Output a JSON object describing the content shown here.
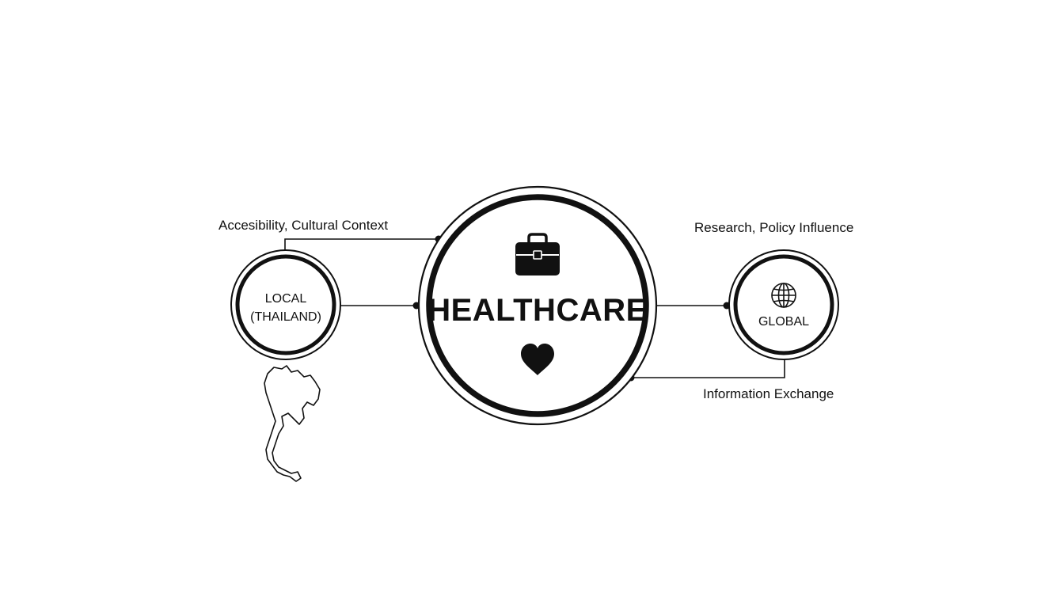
{
  "diagram": {
    "center_node": {
      "label": "HEALTHCARE",
      "icons": [
        "briefcase-icon",
        "heart-icon"
      ]
    },
    "local_node": {
      "line1": "LOCAL",
      "line2": "(THAILAND)",
      "icon": "thailand-map-icon"
    },
    "global_node": {
      "label": "GLOBAL",
      "icon": "globe-icon"
    },
    "annotations": {
      "local_link": "Accesibility, Cultural Context",
      "global_link": "Research, Policy Influence",
      "exchange_link": "Information Exchange"
    }
  },
  "colors": {
    "stroke": "#111111",
    "background": "#ffffff"
  }
}
